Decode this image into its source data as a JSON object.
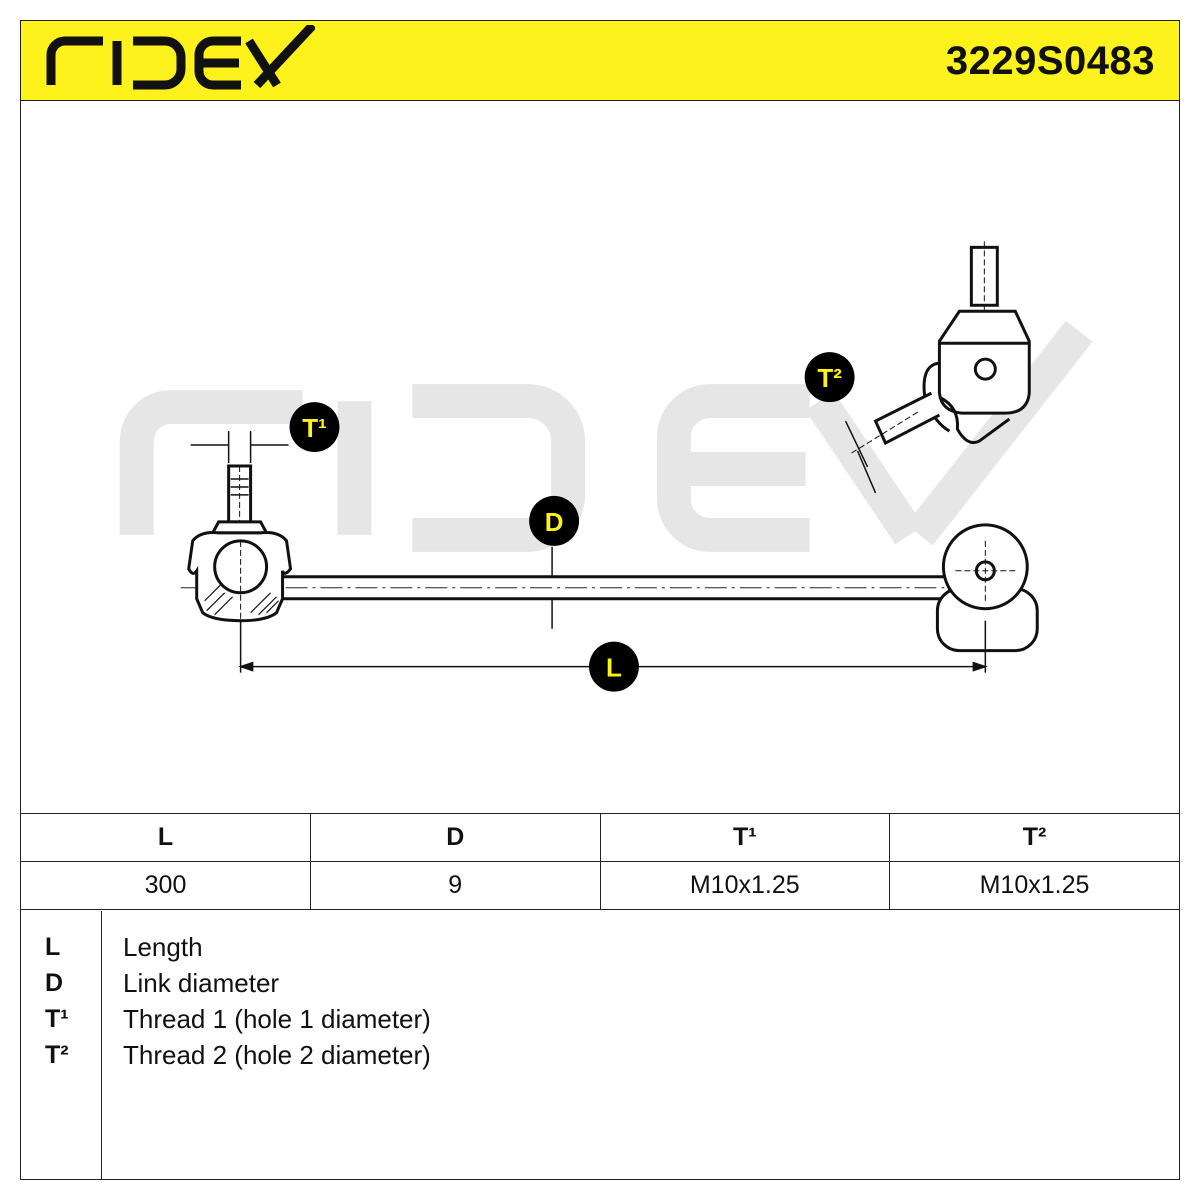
{
  "header": {
    "brand": "RIDEX",
    "part_number": "3229S0483"
  },
  "drawing": {
    "watermark": "RIDEX",
    "callouts": {
      "t1": "T¹",
      "t2": "T²",
      "d": "D",
      "l": "L"
    }
  },
  "table": {
    "headers": [
      "L",
      "D",
      "T¹",
      "T²"
    ],
    "values": [
      "300",
      "9",
      "M10x1.25",
      "M10x1.25"
    ]
  },
  "legend": [
    {
      "key": "L",
      "desc": "Length"
    },
    {
      "key": "D",
      "desc": "Link diameter"
    },
    {
      "key": "T¹",
      "desc": "Thread 1 (hole 1 diameter)"
    },
    {
      "key": "T²",
      "desc": "Thread 2 (hole 2 diameter)"
    }
  ],
  "colors": {
    "header_yellow": "#fdf21c",
    "callout_fill": "#000000",
    "callout_text": "#fdf21c",
    "watermark_gray": "#e6e6e6"
  }
}
